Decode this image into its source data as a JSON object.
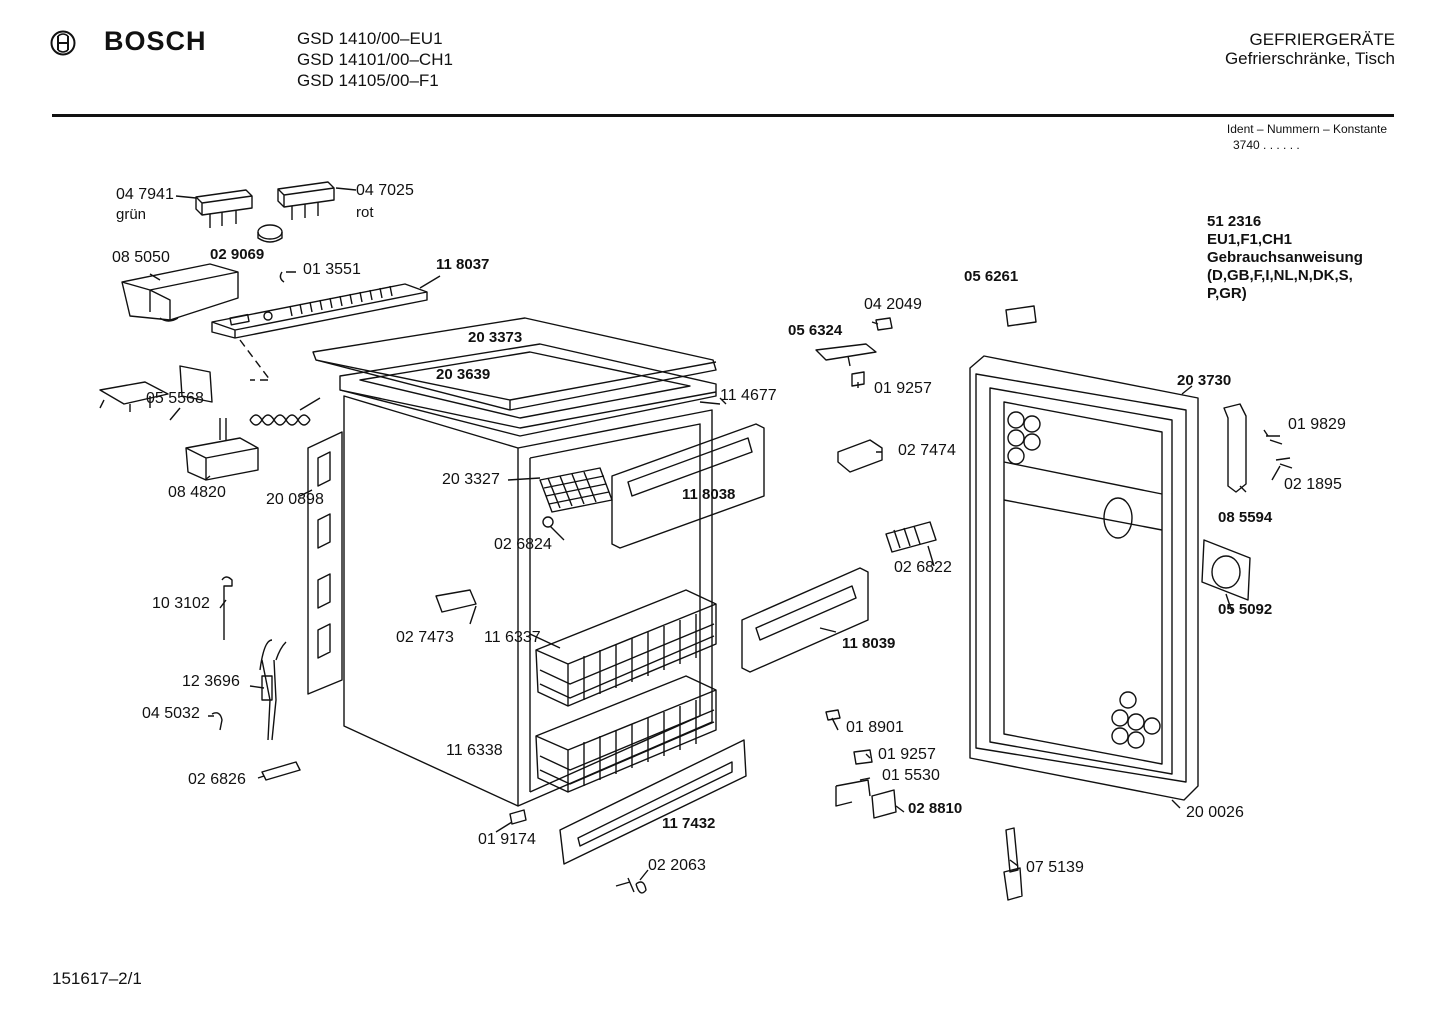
{
  "header": {
    "brand": "BOSCH",
    "models": [
      "GSD 1410/00–EU1",
      "GSD 14101/00–CH1",
      "GSD 14105/00–F1"
    ],
    "category": "GEFRIERGERÄTE",
    "subcategory": "Gefrierschränke, Tisch",
    "ident_label": "Ident – Nummern – Konstante",
    "ident_constant": "3740 . .   . . . ."
  },
  "doc_info": [
    "51 2316",
    "EU1,F1,CH1",
    "Gebrauchsanweisung",
    "(D,GB,F,I,NL,N,DK,S,",
    "P,GR)"
  ],
  "footer": {
    "page_id": "151617–2/1"
  },
  "parts": [
    {
      "id": "p047941",
      "label": "04 7941"
    },
    {
      "id": "gruen",
      "label": "grün",
      "note": true
    },
    {
      "id": "p047025",
      "label": "04 7025"
    },
    {
      "id": "rot",
      "label": "rot",
      "note": true
    },
    {
      "id": "p029069",
      "label": "02 9069",
      "bold": true
    },
    {
      "id": "p085050",
      "label": "08 5050"
    },
    {
      "id": "p013551",
      "label": "01 3551"
    },
    {
      "id": "p118037",
      "label": "11 8037",
      "bold": true
    },
    {
      "id": "p203373",
      "label": "20 3373",
      "bold": true
    },
    {
      "id": "p203639",
      "label": "20 3639",
      "bold": true
    },
    {
      "id": "p114677",
      "label": "11 4677"
    },
    {
      "id": "p055568",
      "label": "05 5568"
    },
    {
      "id": "p084820",
      "label": "08 4820"
    },
    {
      "id": "p200898",
      "label": "20 0898"
    },
    {
      "id": "p203327",
      "label": "20 3327"
    },
    {
      "id": "p118038",
      "label": "11 8038",
      "bold": true
    },
    {
      "id": "p026824",
      "label": "02 6824"
    },
    {
      "id": "p103102",
      "label": "10 3102"
    },
    {
      "id": "p027473",
      "label": "02 7473"
    },
    {
      "id": "p116337",
      "label": "11 6337"
    },
    {
      "id": "p118039",
      "label": "11 8039",
      "bold": true
    },
    {
      "id": "p123696",
      "label": "12 3696"
    },
    {
      "id": "p045032",
      "label": "04 5032"
    },
    {
      "id": "p116338",
      "label": "11 6338"
    },
    {
      "id": "p026826",
      "label": "02 6826"
    },
    {
      "id": "p117432",
      "label": "11 7432",
      "bold": true
    },
    {
      "id": "p019174",
      "label": "01 9174"
    },
    {
      "id": "p022063",
      "label": "02 2063"
    },
    {
      "id": "p056324",
      "label": "05 6324",
      "bold": true
    },
    {
      "id": "p042049",
      "label": "04 2049"
    },
    {
      "id": "p056261",
      "label": "05 6261",
      "bold": true
    },
    {
      "id": "p019257a",
      "label": "01 9257"
    },
    {
      "id": "p027474",
      "label": "02 7474"
    },
    {
      "id": "p026822",
      "label": "02 6822"
    },
    {
      "id": "p018901",
      "label": "01 8901"
    },
    {
      "id": "p019257b",
      "label": "01 9257"
    },
    {
      "id": "p015530",
      "label": "01 5530"
    },
    {
      "id": "p028810",
      "label": "02 8810",
      "bold": true
    },
    {
      "id": "p075139",
      "label": "07 5139"
    },
    {
      "id": "p203730",
      "label": "20 3730",
      "bold": true
    },
    {
      "id": "p019829",
      "label": "01 9829"
    },
    {
      "id": "p021895",
      "label": "02 1895"
    },
    {
      "id": "p085594",
      "label": "08 5594",
      "bold": true
    },
    {
      "id": "p055092",
      "label": "05 5092",
      "bold": true
    },
    {
      "id": "p200026",
      "label": "20 0026"
    }
  ]
}
